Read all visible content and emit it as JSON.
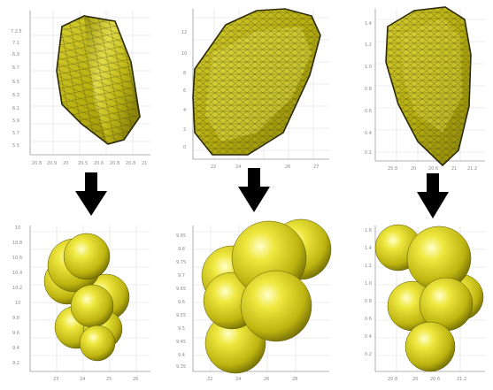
{
  "figure": {
    "colors": {
      "mesh_fill": "#c8c01c",
      "mesh_light": "#ecea60",
      "mesh_edge": "#3a3a10",
      "sphere_highlight": "#ffffc0",
      "sphere_mid": "#e6e22a",
      "sphere_shadow": "#6e6a06",
      "arrow": "#000000",
      "grid": "#d8d8d8",
      "axis": "#9a9a9a"
    },
    "panels": [
      {
        "name": "left",
        "top_mesh": {
          "y_ticks": [
            "7.2.5",
            "7.1",
            "6.9",
            "6.7",
            "6.5",
            "6.3",
            "6.1",
            "5.9",
            "5.7",
            "5.5"
          ],
          "x_ticks": [
            "20.8",
            "20.9",
            "20",
            "20.5",
            "20.6",
            "20.8",
            "20.8",
            "21"
          ]
        },
        "arrow_icon": "down-arrow-icon",
        "bottom_spheres": {
          "y_ticks": [
            "10",
            "10.8",
            "10.6",
            "10.4",
            "10.2",
            "10",
            "9.8",
            "9.6",
            "9.4",
            "9.2"
          ],
          "x_ticks": [
            "23",
            "24",
            "25",
            "26"
          ]
        }
      },
      {
        "name": "middle",
        "top_mesh": {
          "y_ticks": [
            "12",
            "10",
            "8",
            "6",
            "4",
            "2",
            "0"
          ],
          "x_ticks": [
            "22",
            "24",
            "26",
            "27"
          ]
        },
        "arrow_icon": "down-arrow-icon",
        "bottom_spheres": {
          "y_ticks": [
            "9.85",
            "9.8",
            "9.75",
            "9.7",
            "9.65",
            "9.6",
            "9.55",
            "9.5",
            "9.45",
            "9.4",
            "9.35"
          ],
          "x_ticks": [
            "22",
            "24",
            "26",
            "28"
          ]
        }
      },
      {
        "name": "right",
        "top_mesh": {
          "y_ticks": [
            "1.4",
            "1.2",
            "1.0",
            "0.8",
            "0.6",
            "0.4",
            "0.2"
          ],
          "x_ticks": [
            "20.8",
            "20",
            "20.6",
            "21",
            "21.2"
          ]
        },
        "arrow_icon": "down-arrow-icon",
        "bottom_spheres": {
          "y_ticks": [
            "1.6",
            "1.4",
            "1.2",
            "1.0",
            "0.8",
            "0.6",
            "0.4",
            "0.2"
          ],
          "x_ticks": [
            "20.8",
            "20",
            "20.6",
            "21.2"
          ]
        }
      }
    ]
  }
}
